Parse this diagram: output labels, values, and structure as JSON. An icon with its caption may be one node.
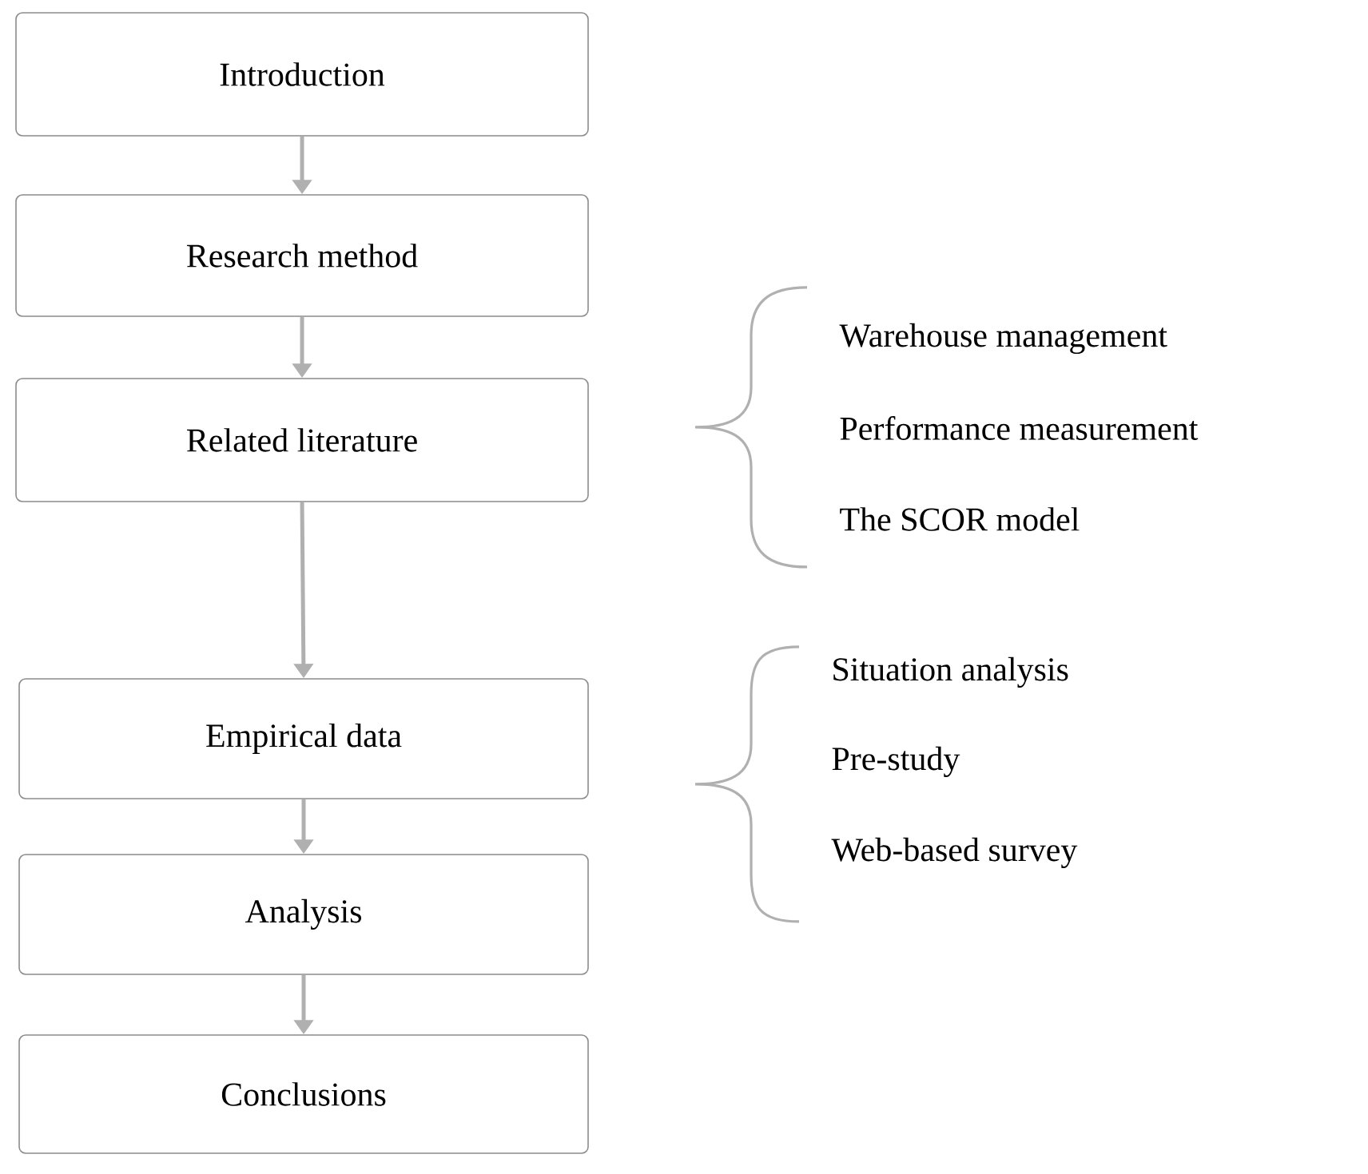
{
  "diagram": {
    "nodes": [
      {
        "text": [
          "Introduction"
        ]
      },
      {
        "text": [
          "Research method"
        ]
      },
      {
        "text": [
          "Related literature"
        ]
      },
      {
        "text": [
          "Empirical data"
        ]
      },
      {
        "text": [
          "Analysis"
        ]
      },
      {
        "text": [
          "Conclusions"
        ]
      }
    ],
    "edges": [
      {
        "from": 0,
        "to": 1,
        "arrow": "to"
      },
      {
        "from": 1,
        "to": 2,
        "arrow": "to"
      },
      {
        "from": 2,
        "to": 3,
        "arrow": "to"
      },
      {
        "from": 3,
        "to": 4,
        "arrow": "to"
      },
      {
        "from": 4,
        "to": 5,
        "arrow": "to"
      }
    ],
    "labels": [
      "Warehouse management",
      "Performance measurement",
      "The SCOR model",
      "Situation analysis",
      "Pre-study",
      "Web-based survey"
    ]
  }
}
